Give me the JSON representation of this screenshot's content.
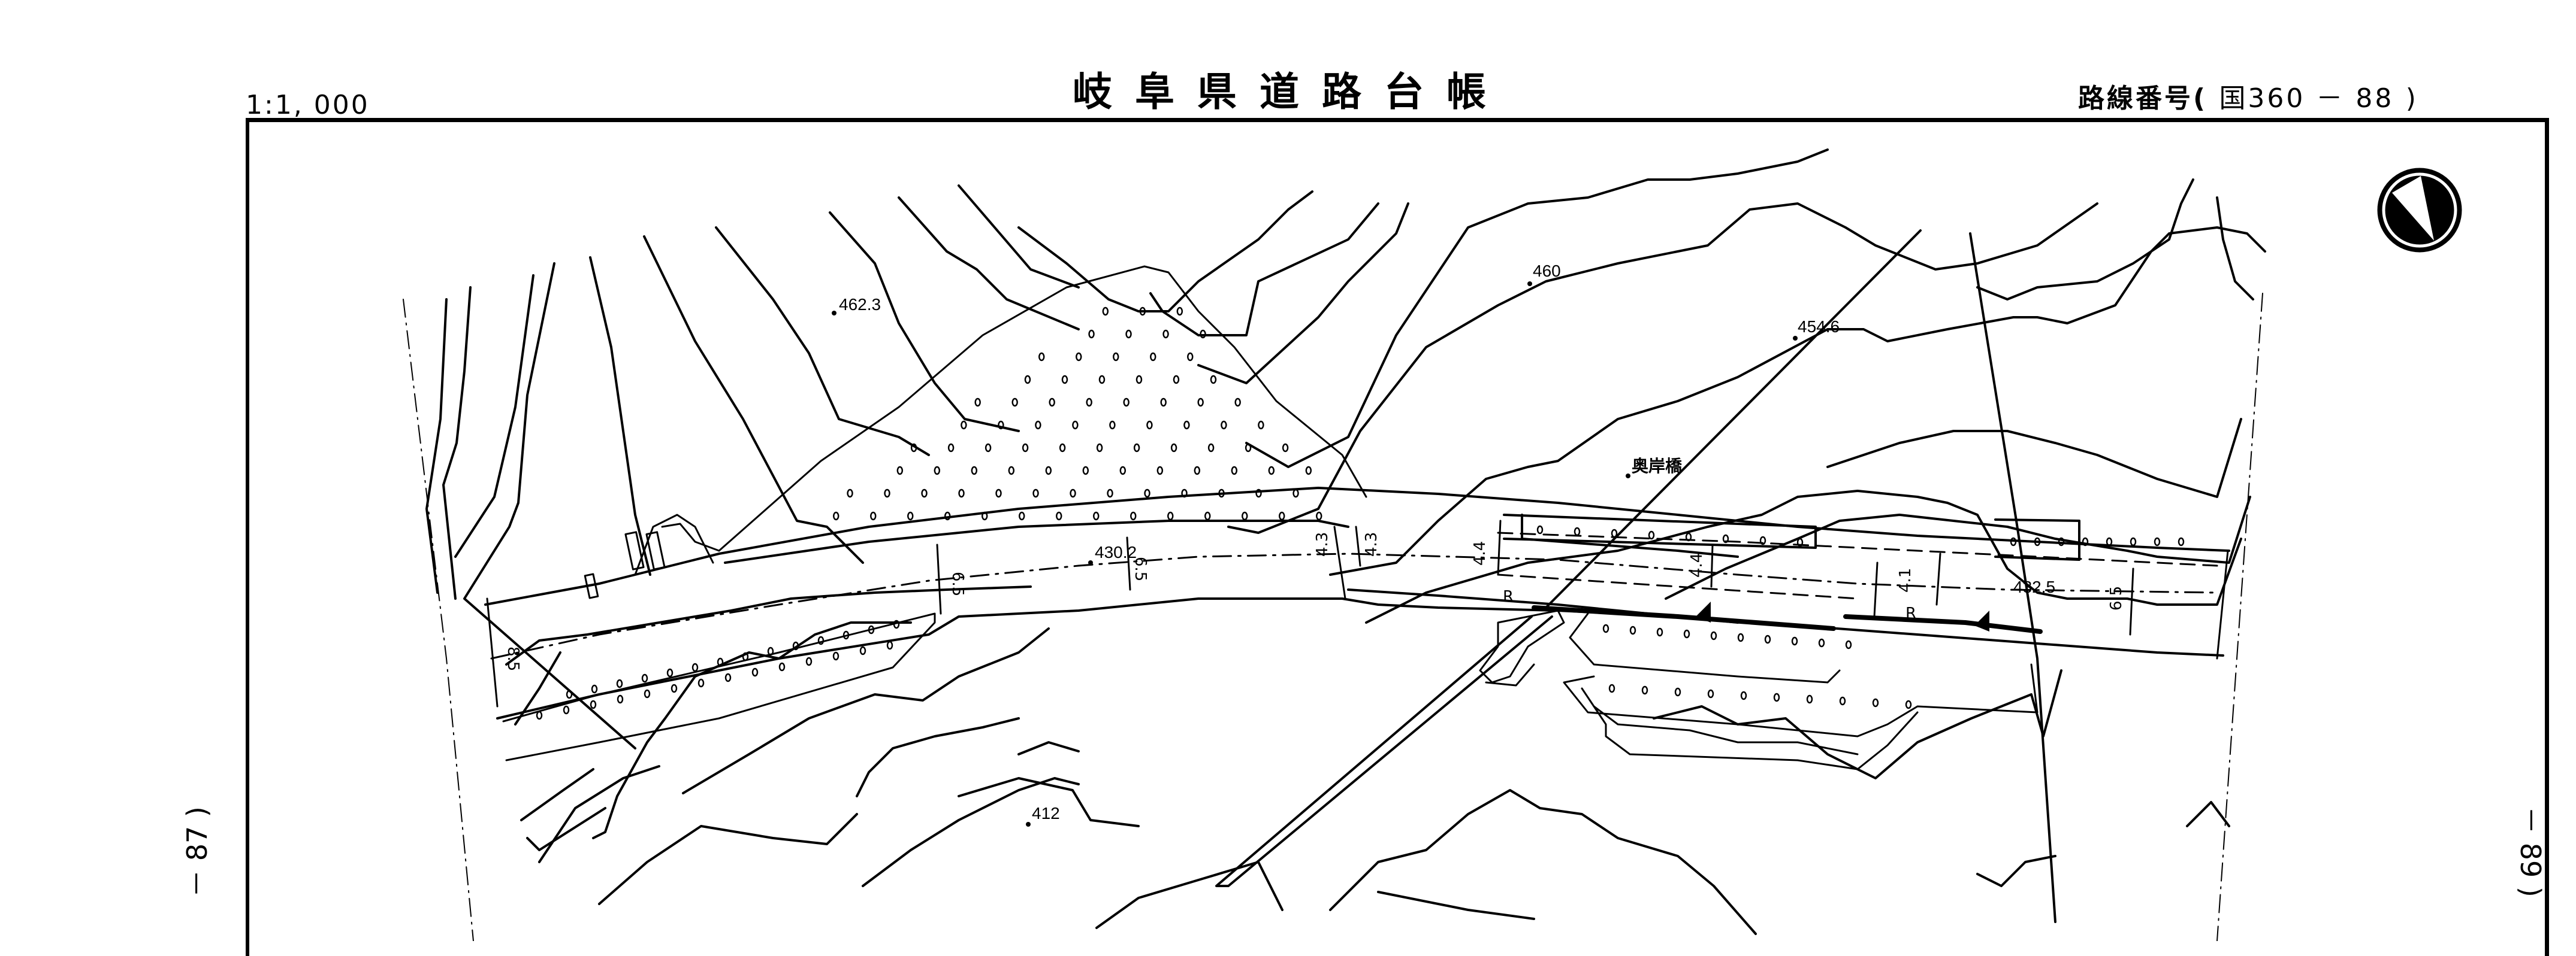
{
  "header": {
    "title": "岐阜県道路台帳",
    "scale": "1:1, 000",
    "route_label": "路線番号",
    "route_open": "(",
    "route_number": "国360 － 88",
    "route_close": ")"
  },
  "sheet_refs": {
    "previous": "－ 87 )",
    "next": "－ 89 )"
  },
  "north_arrow": {
    "icon": "north-arrow-icon"
  },
  "map": {
    "elevations": [
      {
        "id": "elev-462-3",
        "value": "462.3"
      },
      {
        "id": "elev-460",
        "value": "460"
      },
      {
        "id": "elev-454-6",
        "value": "454.6"
      },
      {
        "id": "elev-412",
        "value": "412"
      },
      {
        "id": "elev-430-2",
        "value": "430.2"
      },
      {
        "id": "elev-432-5",
        "value": "432.5"
      }
    ],
    "bridge_name": "奥岸橋",
    "road_widths": [
      "8.5",
      "6.5",
      "6.5",
      "4.3",
      "4.3",
      "4.4",
      "4.4",
      "4.1",
      "6.5"
    ],
    "retaining_wall_marks": [
      "R",
      "R"
    ]
  }
}
